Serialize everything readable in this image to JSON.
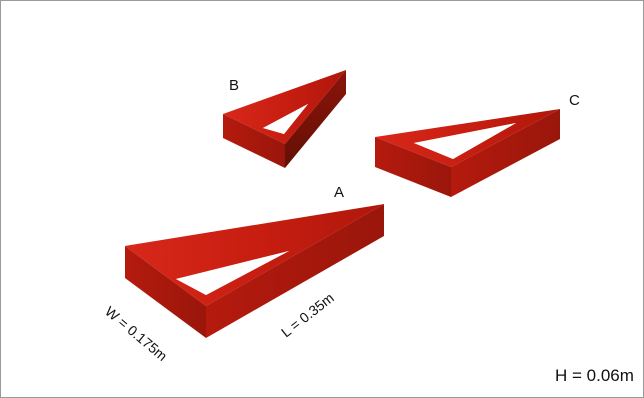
{
  "figure": {
    "labels": {
      "a": "A",
      "b": "B",
      "c": "C"
    },
    "dimensions": {
      "width": "W = 0.175m",
      "length": "L = 0.35m",
      "height": "H = 0.06m"
    },
    "colors": {
      "top_face": "#c41e12",
      "side_face": "#a8190d",
      "dark_face": "#7a1208",
      "border": "#9a9a9a"
    }
  }
}
